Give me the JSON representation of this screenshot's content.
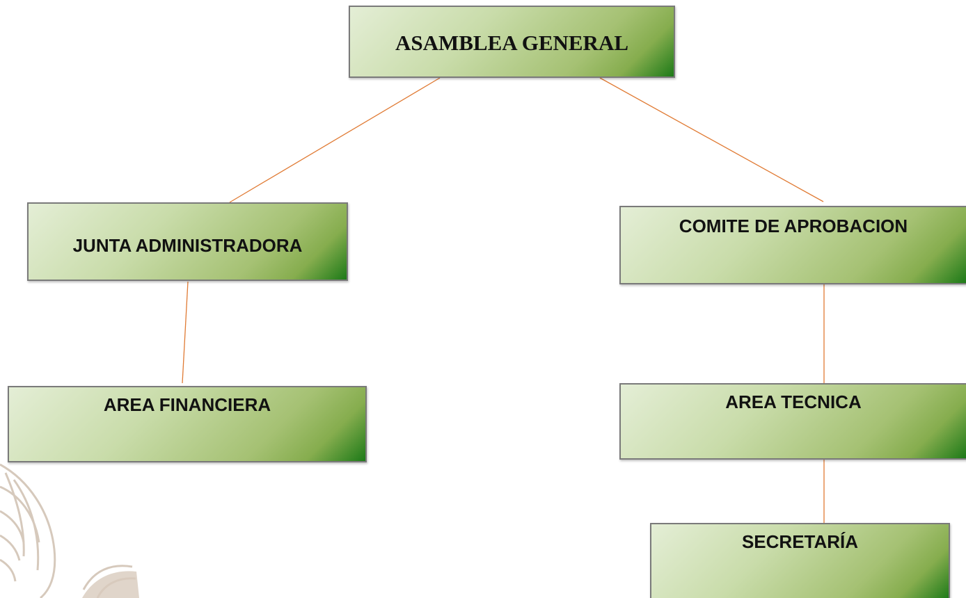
{
  "diagram": {
    "nodes": {
      "asamblea": "ASAMBLEA GENERAL",
      "junta": "JUNTA ADMINISTRADORA",
      "comite": "COMITE DE APROBACION",
      "financiera": "AREA FINANCIERA",
      "tecnica": "AREA TECNICA",
      "secretaria": "SECRETARÍA"
    },
    "edges": [
      [
        "asamblea",
        "junta"
      ],
      [
        "asamblea",
        "comite"
      ],
      [
        "junta",
        "financiera"
      ],
      [
        "comite",
        "tecnica"
      ],
      [
        "tecnica",
        "secretaria"
      ]
    ]
  },
  "colors": {
    "connector": "#e07a33",
    "box_border": "#7a7a7a",
    "gradient_light": "#e4eed6",
    "gradient_dark": "#1d7a18",
    "watermark": "#c9b8a6"
  }
}
